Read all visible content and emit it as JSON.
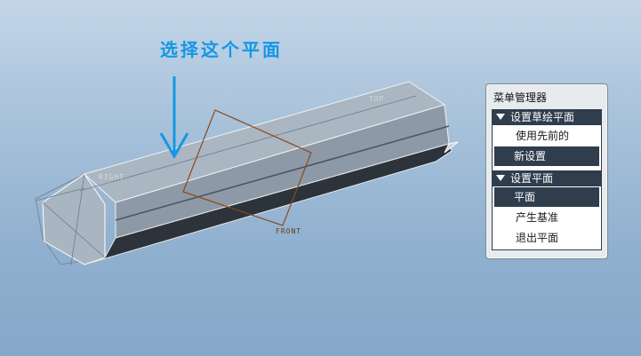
{
  "annotation": {
    "text": "选择这个平面"
  },
  "datums": {
    "top": "TOP",
    "right": "RIGHT",
    "front": "FRONT"
  },
  "menu_manager": {
    "title": "菜单管理器",
    "sketch_setup": {
      "header": "设置草绘平面",
      "items": [
        {
          "label": "使用先前的",
          "selected": false
        },
        {
          "label": "新设置",
          "selected": true
        }
      ]
    },
    "plane_setup": {
      "header": "设置平面",
      "items": [
        {
          "label": "平面",
          "selected": true
        },
        {
          "label": "产生基准",
          "selected": false
        },
        {
          "label": "退出平面",
          "selected": false
        }
      ]
    }
  },
  "colors": {
    "annotation": "#1497e6",
    "menu_header": "#2f3d4d",
    "datum_front": "#8a4a1c"
  },
  "icons": {
    "arrow": "down-arrow-icon",
    "group_toggle": "triangle-down-icon"
  }
}
